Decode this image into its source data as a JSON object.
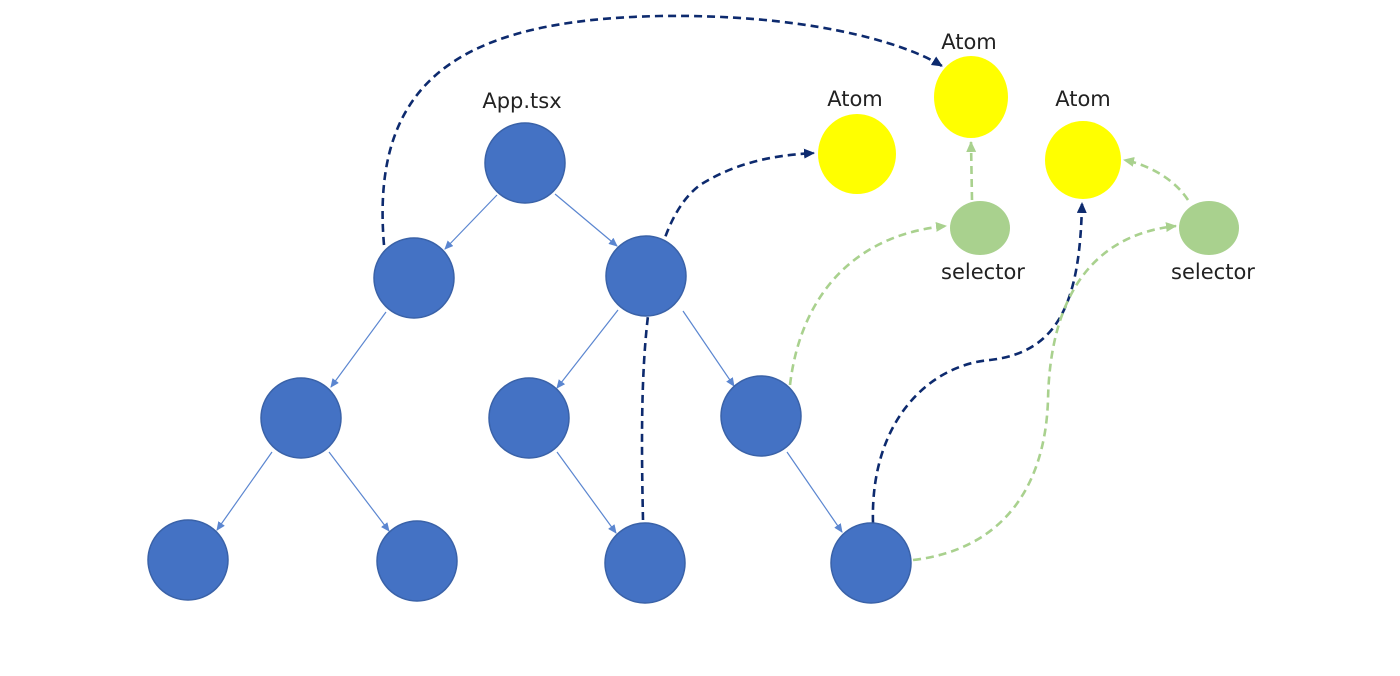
{
  "diagram": {
    "root_label": "App.tsx",
    "atom_labels": [
      "Atom",
      "Atom",
      "Atom"
    ],
    "selector_labels": [
      "selector",
      "selector"
    ],
    "colors": {
      "component": "#4472c4",
      "atom": "#ffff00",
      "selector": "#a9d18e",
      "atom_link": "#0d2a6e",
      "selector_link": "#a9d18e"
    }
  }
}
